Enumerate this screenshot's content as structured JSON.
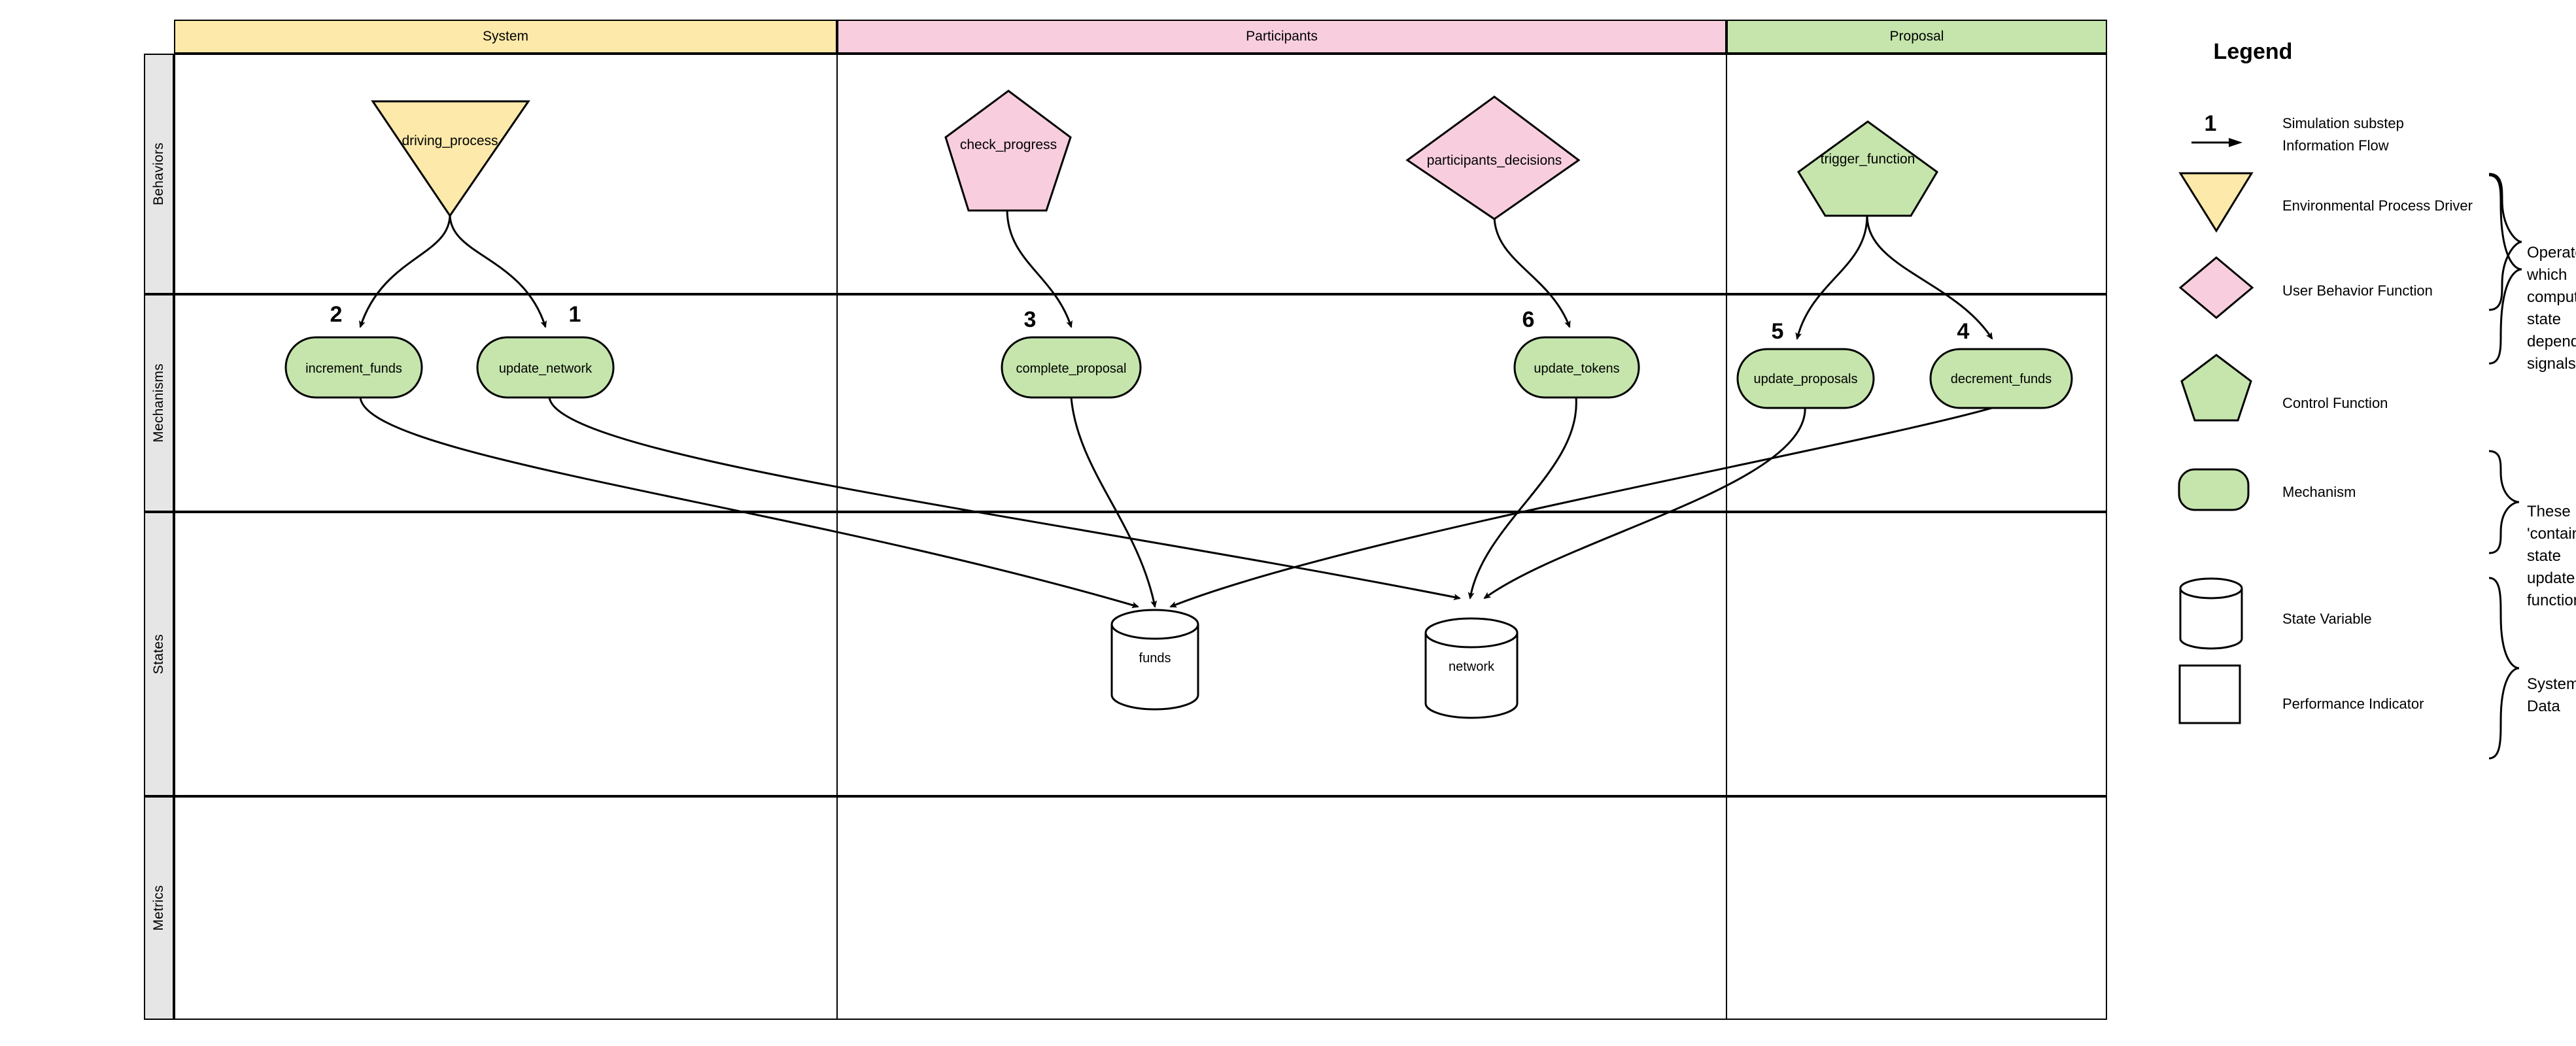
{
  "diagram": {
    "type": "cadCAD differential specification swimlane",
    "columns": [
      {
        "id": "system",
        "label": "System",
        "color": "#fde9a9"
      },
      {
        "id": "participants",
        "label": "Participants",
        "color": "#f8cede"
      },
      {
        "id": "proposal",
        "label": "Proposal",
        "color": "#c5e5ac"
      }
    ],
    "rows": [
      {
        "id": "behaviors",
        "label": "Behaviors"
      },
      {
        "id": "mechanisms",
        "label": "Mechanisms"
      },
      {
        "id": "states",
        "label": "States"
      },
      {
        "id": "metrics",
        "label": "Metrics"
      }
    ],
    "behaviors": [
      {
        "id": "driving_process",
        "label": "driving_process",
        "shape": "inverted-triangle",
        "column": "system",
        "fill": "#fde9a9"
      },
      {
        "id": "check_progress",
        "label": "check_progress",
        "shape": "pentagon",
        "column": "participants",
        "fill": "#f8cede"
      },
      {
        "id": "participants_decisions",
        "label": "participants_decisions",
        "shape": "diamond",
        "column": "participants",
        "fill": "#f8cede"
      },
      {
        "id": "trigger_function",
        "label": "trigger_function",
        "shape": "pentagon",
        "column": "proposal",
        "fill": "#c5e5ac"
      }
    ],
    "mechanisms": [
      {
        "id": "increment_funds",
        "label": "increment_funds",
        "step": "2",
        "column": "system",
        "fill": "#c5e5ac"
      },
      {
        "id": "update_network",
        "label": "update_network",
        "step": "1",
        "column": "system",
        "fill": "#c5e5ac"
      },
      {
        "id": "complete_proposal",
        "label": "complete_proposal",
        "step": "3",
        "column": "participants",
        "fill": "#c5e5ac"
      },
      {
        "id": "update_tokens",
        "label": "update_tokens",
        "step": "6",
        "column": "participants",
        "fill": "#c5e5ac"
      },
      {
        "id": "update_proposals",
        "label": "update_proposals",
        "step": "5",
        "column": "proposal",
        "fill": "#c5e5ac"
      },
      {
        "id": "decrement_funds",
        "label": "decrement_funds",
        "step": "4",
        "column": "proposal",
        "fill": "#c5e5ac"
      }
    ],
    "states": [
      {
        "id": "funds",
        "label": "funds",
        "shape": "cylinder"
      },
      {
        "id": "network",
        "label": "network",
        "shape": "cylinder"
      }
    ],
    "metrics": [],
    "edges": [
      {
        "from": "driving_process",
        "to": "increment_funds"
      },
      {
        "from": "driving_process",
        "to": "update_network"
      },
      {
        "from": "check_progress",
        "to": "complete_proposal"
      },
      {
        "from": "participants_decisions",
        "to": "update_tokens"
      },
      {
        "from": "trigger_function",
        "to": "update_proposals"
      },
      {
        "from": "trigger_function",
        "to": "decrement_funds"
      },
      {
        "from": "increment_funds",
        "to": "funds"
      },
      {
        "from": "update_network",
        "to": "network"
      },
      {
        "from": "complete_proposal",
        "to": "funds"
      },
      {
        "from": "update_tokens",
        "to": "network"
      },
      {
        "from": "update_proposals",
        "to": "network"
      },
      {
        "from": "decrement_funds",
        "to": "funds"
      }
    ]
  },
  "legend": {
    "title": "Legend",
    "items": [
      {
        "icon": "number-one-glyph",
        "sample": "1",
        "label": "Simulation substep"
      },
      {
        "icon": "arrow-right-icon",
        "sample": "",
        "label": "Information Flow"
      },
      {
        "icon": "inverted-triangle-icon",
        "sample": "",
        "label": "Environmental Process Driver"
      },
      {
        "icon": "diamond-icon",
        "sample": "",
        "label": "User Behavior Function"
      },
      {
        "icon": "pentagon-icon",
        "sample": "",
        "label": "Control Function"
      },
      {
        "icon": "rounded-rect-icon",
        "sample": "",
        "label": "Mechanism"
      },
      {
        "icon": "cylinder-icon",
        "sample": "",
        "label": "State Variable"
      },
      {
        "icon": "rectangle-icon",
        "sample": "",
        "label": "Performance Indicator"
      }
    ],
    "brace_notes": [
      {
        "id": "operators-note",
        "text": "Operators which compute state dependent signals"
      },
      {
        "id": "mechanisms-note",
        "text": "These 'contain' state update functions"
      },
      {
        "id": "system-data-note",
        "text": "System Data"
      }
    ]
  }
}
